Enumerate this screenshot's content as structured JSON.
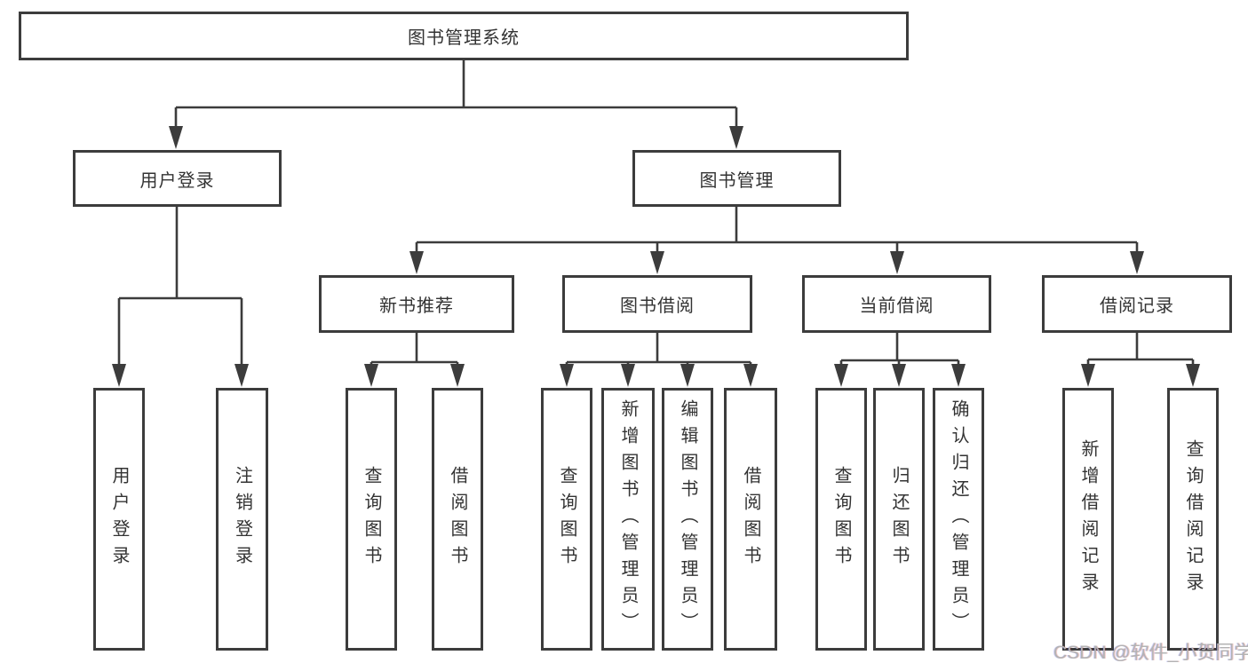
{
  "tree": {
    "root": {
      "label": "图书管理系统"
    },
    "branches": [
      {
        "label": "用户登录",
        "children": [
          {
            "label": "用户登录"
          },
          {
            "label": "注销登录"
          }
        ]
      },
      {
        "label": "图书管理",
        "children": [
          {
            "label": "新书推荐",
            "children": [
              {
                "label": "查询图书"
              },
              {
                "label": "借阅图书"
              }
            ]
          },
          {
            "label": "图书借阅",
            "children": [
              {
                "label": "查询图书"
              },
              {
                "label": "新增图书（管理员）"
              },
              {
                "label": "编辑图书（管理员）"
              },
              {
                "label": "借阅图书"
              }
            ]
          },
          {
            "label": "当前借阅",
            "children": [
              {
                "label": "查询图书"
              },
              {
                "label": "归还图书"
              },
              {
                "label": "确认归还（管理员）"
              }
            ]
          },
          {
            "label": "借阅记录",
            "children": [
              {
                "label": "新增借阅记录"
              },
              {
                "label": "查询借阅记录"
              }
            ]
          }
        ]
      }
    ]
  },
  "watermark": {
    "text": "CSDN @软件_小贺同学"
  },
  "colors": {
    "line": "#3c3c3c",
    "text": "#333333",
    "box_background": "#ffffff",
    "watermark": "#b3b3b3",
    "page_background": "#ffffff"
  }
}
